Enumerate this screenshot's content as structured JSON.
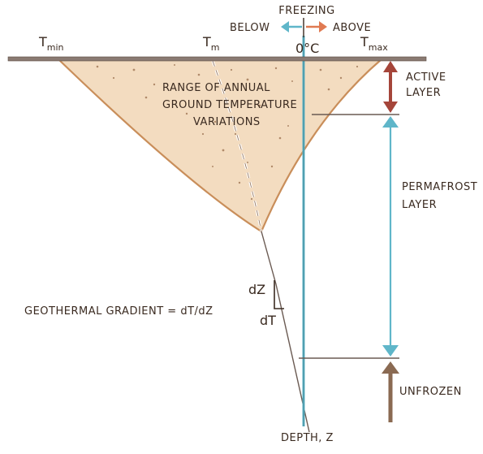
{
  "labels": {
    "freezing": "FREEZING",
    "below": "BELOW",
    "above": "ABOVE",
    "zero_c": "0°C",
    "t_min_main": "T",
    "t_min_sub": "min",
    "t_m_main": "T",
    "t_m_sub": "m",
    "t_max_main": "T",
    "t_max_sub": "max",
    "range_line1": "RANGE OF ANNUAL",
    "range_line2": "GROUND TEMPERATURE",
    "range_line3": "VARIATIONS",
    "active_line1": "ACTIVE",
    "active_line2": "LAYER",
    "permafrost_line1": "PERMAFROST",
    "permafrost_line2": "LAYER",
    "unfrozen": "UNFROZEN",
    "dz": "dZ",
    "dt": "dT",
    "gradient": "GEOTHERMAL GRADIENT = dT/dZ",
    "depth": "DEPTH, Z"
  },
  "colors": {
    "ink": "#3a2a20",
    "envelope": "#c98e5a",
    "fill": "#f3dcc0",
    "ice_blue": "#5fb6c9",
    "active_red": "#a5453a",
    "warm_orange": "#e07a52",
    "unfrozen_brown": "#8a6a52",
    "surface": "#7a6a62"
  }
}
